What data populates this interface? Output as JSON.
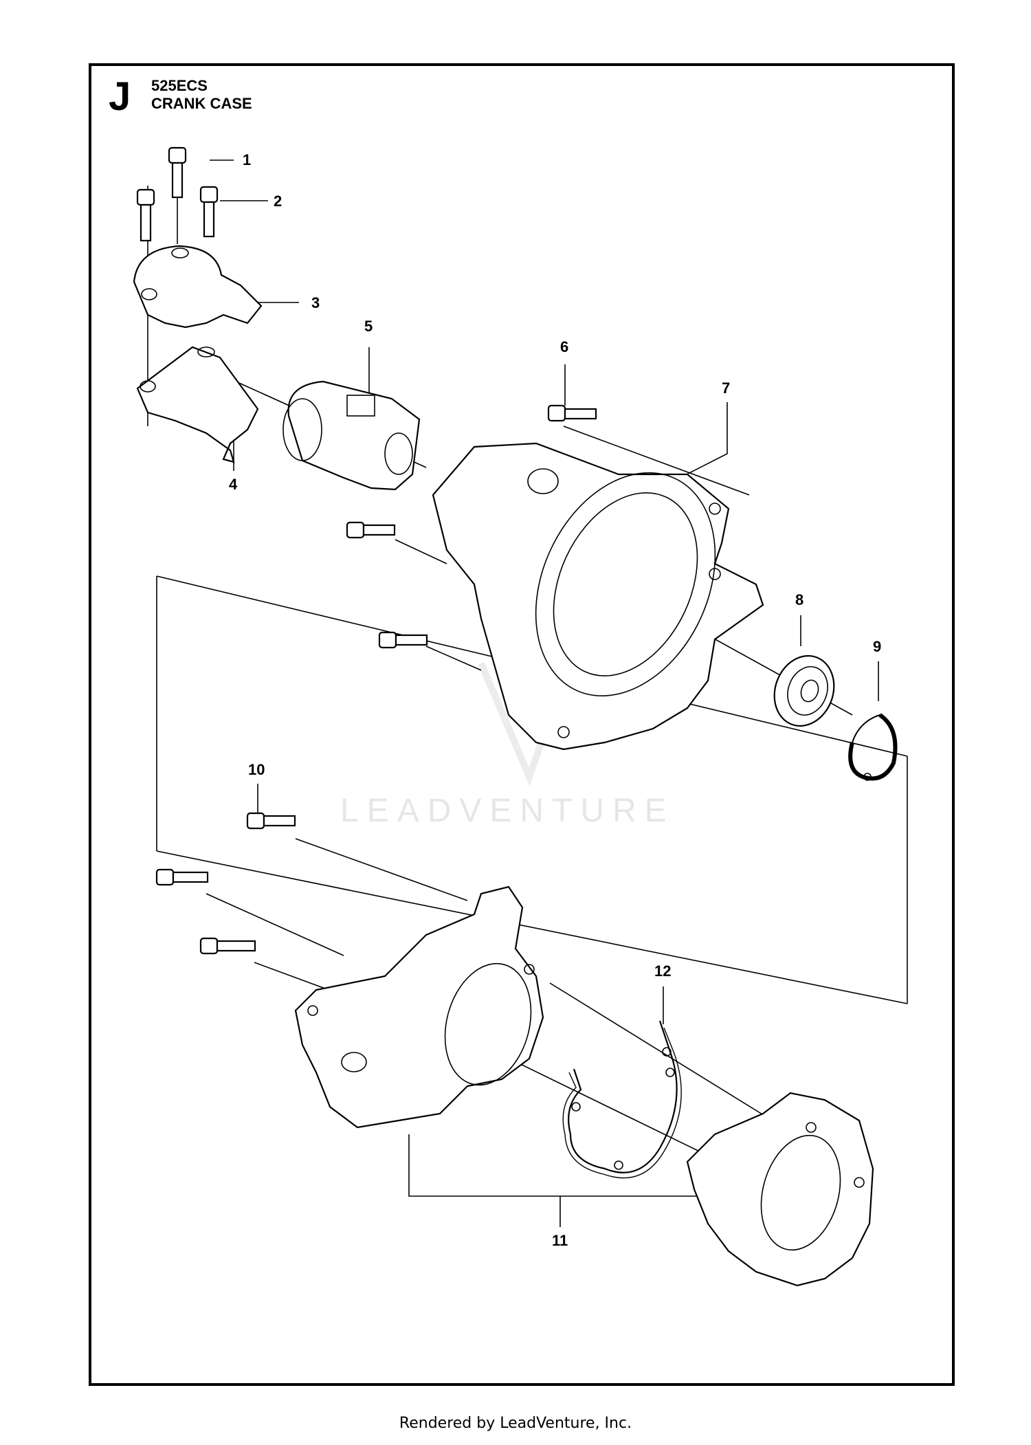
{
  "header": {
    "section_letter": "J",
    "model": "525ECS",
    "title": "CRANK CASE"
  },
  "callouts": [
    "1",
    "2",
    "3",
    "4",
    "5",
    "6",
    "7",
    "8",
    "9",
    "10",
    "11",
    "12"
  ],
  "watermark": "LEADVENTURE",
  "footer": "Rendered by LeadVenture, Inc."
}
